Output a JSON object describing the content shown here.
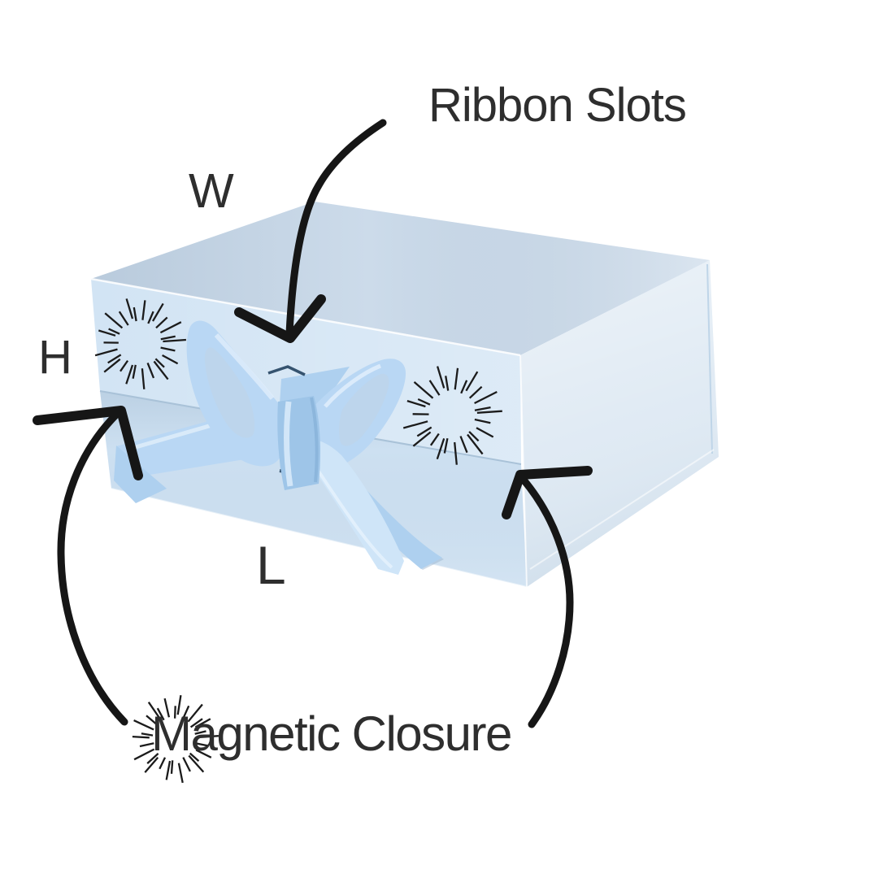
{
  "labels": {
    "ribbon_slots": "Ribbon Slots",
    "width": "W",
    "height": "H",
    "length": "L",
    "magnetic_closure": "Magnetic Closure"
  },
  "annotation": {
    "text_color": "#2e2e2e",
    "arrow_color": "#161616",
    "starburst_color": "#1b1b1b"
  },
  "box": {
    "colors": {
      "top_face": "#ccdbea",
      "front_lid": "#d2e4f4",
      "front_base": "#cde0f1",
      "right_face": "#dee9f3",
      "seam": "#a9c2d8",
      "slot": "#35536f"
    }
  },
  "ribbon": {
    "colors": {
      "main": "#b9d7f4",
      "light": "#cfe5f8",
      "mid": "#aed0ef",
      "deep": "#9ec5e8",
      "hole": "#bdd5ec"
    }
  },
  "icons": [
    {
      "name": "starburst-icon",
      "count": 3
    },
    {
      "name": "curved-arrow-icon",
      "count": 3
    }
  ]
}
